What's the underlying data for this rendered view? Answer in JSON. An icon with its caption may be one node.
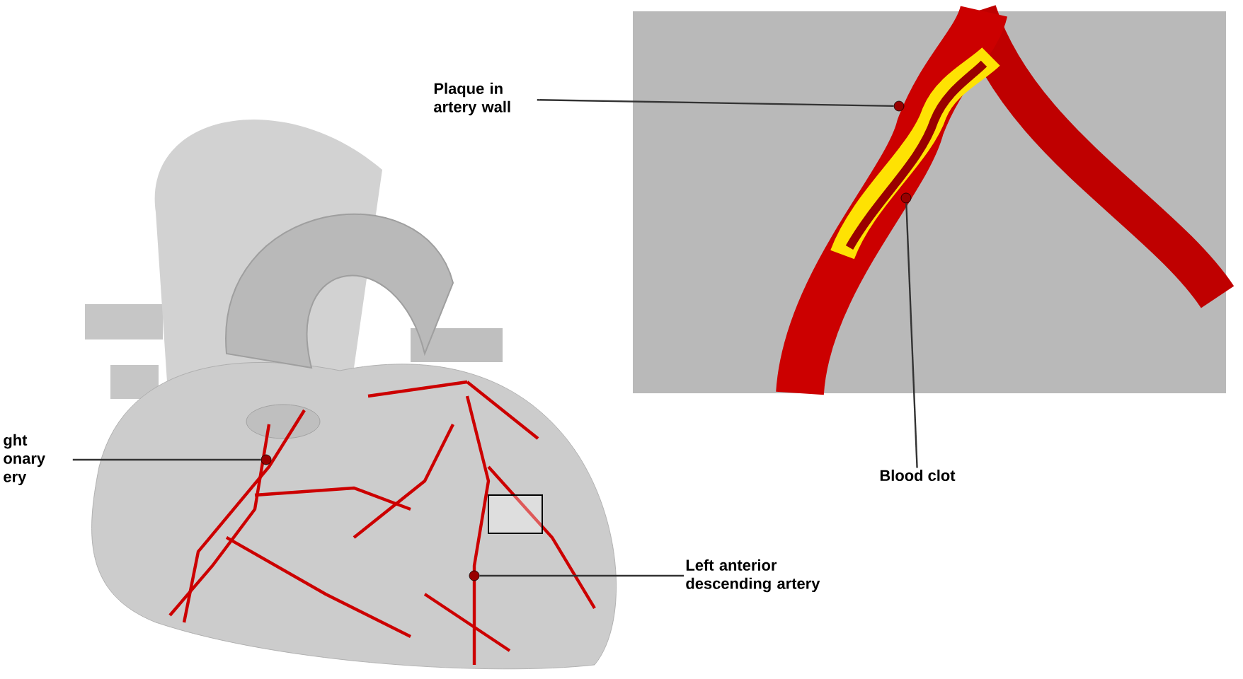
{
  "diagram": {
    "nodes": [
      {
        "text": [
          "ght onary ery"
        ]
      },
      {
        "text": [],
        "shape": "circle"
      },
      {
        "text": [
          "Plaque in artery wall"
        ]
      },
      {
        "text": [],
        "shape": "circle"
      },
      {
        "text": [
          "Blood clot"
        ]
      },
      {
        "text": [],
        "shape": "circle"
      },
      {
        "text": [
          "Left anterior descending artery"
        ]
      },
      {
        "text": [],
        "shape": "circle"
      }
    ],
    "edges": [
      {
        "from": 0,
        "to": 1,
        "arrow": "none"
      },
      {
        "from": 2,
        "to": 3,
        "arrow": "none"
      },
      {
        "from": 4,
        "to": 5,
        "arrow": "none"
      },
      {
        "from": 6,
        "to": 7,
        "arrow": "none"
      }
    ]
  }
}
